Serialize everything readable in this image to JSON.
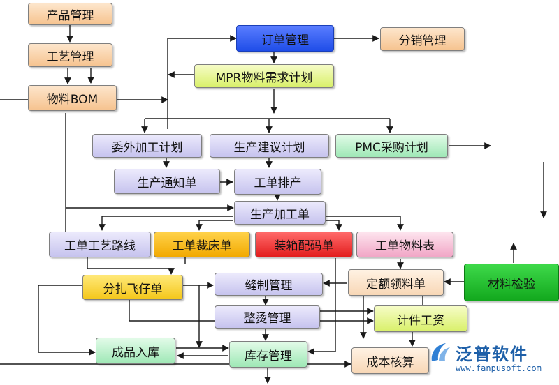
{
  "nodes": [
    {
      "id": "product_mgmt",
      "label": "产品管理"
    },
    {
      "id": "process_mgmt",
      "label": "工艺管理"
    },
    {
      "id": "bom",
      "label": "物料BOM"
    },
    {
      "id": "order_mgmt",
      "label": "订单管理"
    },
    {
      "id": "distribution",
      "label": "分销管理"
    },
    {
      "id": "mrp",
      "label": "MPR物料需求计划"
    },
    {
      "id": "outsourcing",
      "label": "委外加工计划"
    },
    {
      "id": "production_suggest",
      "label": "生产建议计划"
    },
    {
      "id": "pmc_purchase",
      "label": "PMC采购计划"
    },
    {
      "id": "production_notice",
      "label": "生产通知单"
    },
    {
      "id": "work_schedule",
      "label": "工单排产"
    },
    {
      "id": "production_order",
      "label": "生产加工单"
    },
    {
      "id": "process_route",
      "label": "工单工艺路线"
    },
    {
      "id": "cutting_order",
      "label": "工单裁床单"
    },
    {
      "id": "packing_code",
      "label": "装箱配码单"
    },
    {
      "id": "material_list",
      "label": "工单物料表"
    },
    {
      "id": "ticket_order",
      "label": "分扎飞仔单"
    },
    {
      "id": "sewing_mgmt",
      "label": "缝制管理"
    },
    {
      "id": "quota_picking",
      "label": "定额领料单"
    },
    {
      "id": "material_inspect",
      "label": "材料检验"
    },
    {
      "id": "ironing_mgmt",
      "label": "整烫管理"
    },
    {
      "id": "piece_wage",
      "label": "计件工资"
    },
    {
      "id": "finished_stock_in",
      "label": "成品入库"
    },
    {
      "id": "inventory_mgmt",
      "label": "库存管理"
    },
    {
      "id": "cost_accounting",
      "label": "成本核算"
    }
  ],
  "logo": {
    "name": "泛普软件",
    "url": "www.fanpusoft.com"
  },
  "colors": {
    "line": "#1a1a1a",
    "logo": "#1d5fa8"
  }
}
